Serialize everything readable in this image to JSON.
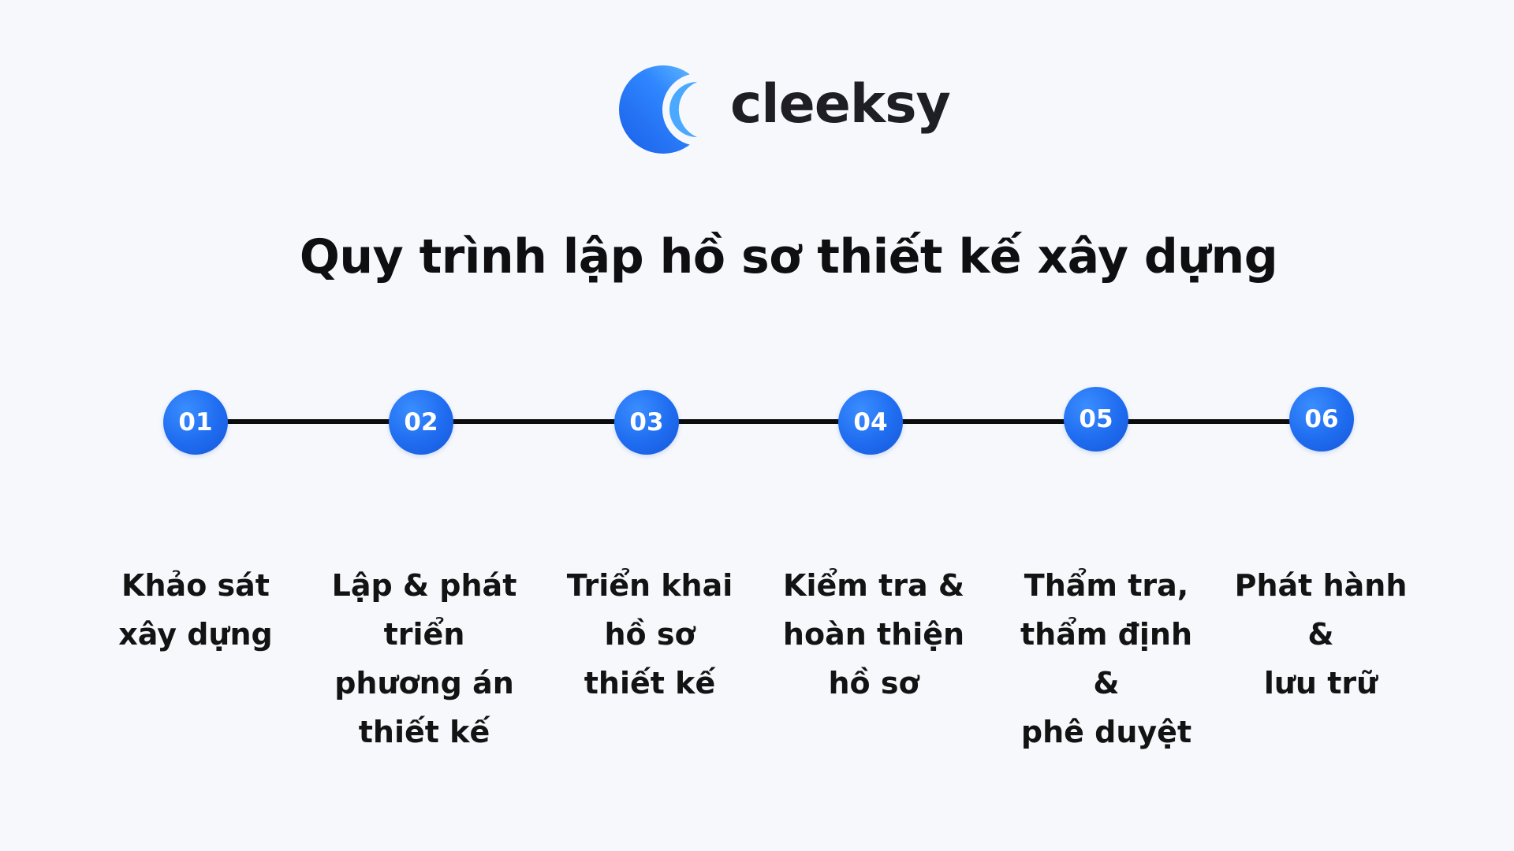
{
  "brand": {
    "name": "cleeksy",
    "logo_icon": "crescent-moon-logo-icon",
    "accent_color": "#1f6cf0",
    "accent_light": "#4aa8ff"
  },
  "title": "Quy trình lập hồ sơ thiết kế xây dựng",
  "steps": [
    {
      "number": "01",
      "label": "Khảo sát\nxây dựng"
    },
    {
      "number": "02",
      "label": "Lập & phát\ntriển\nphương án\nthiết kế"
    },
    {
      "number": "03",
      "label": "Triển khai\nhồ sơ\nthiết kế"
    },
    {
      "number": "04",
      "label": "Kiểm tra &\nhoàn thiện\nhồ sơ"
    },
    {
      "number": "05",
      "label": "Thẩm tra,\nthẩm định &\nphê duyệt"
    },
    {
      "number": "06",
      "label": "Phát hành\n&\nlưu trữ"
    }
  ]
}
